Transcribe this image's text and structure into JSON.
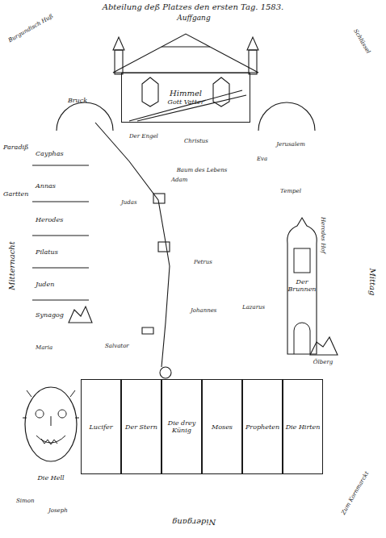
{
  "diagram": {
    "title": "Abteilung deß Platzes den ersten Tag. 1583.",
    "nodes": [
      {
        "text": [
          "Himmel",
          "Gott Vatter"
        ]
      },
      {
        "text": [
          "Der Brunnen"
        ]
      },
      {
        "text": [
          "Lucifer"
        ]
      },
      {
        "text": [
          "Der Stern"
        ]
      },
      {
        "text": [
          "Die drey Künig"
        ]
      },
      {
        "text": [
          "Moses"
        ]
      },
      {
        "text": [
          "Propheten"
        ]
      },
      {
        "text": [
          "Die Hirten"
        ]
      },
      {
        "text": [
          "Die Hell"
        ]
      }
    ],
    "labels": [
      "Auffgang",
      "Mitternacht",
      "Mittag",
      "Nidergang",
      "Bruck",
      "Paradiß",
      "Gartten",
      "Cayphas",
      "Annas",
      "Herodes",
      "Pilatus",
      "Juden",
      "Synagog",
      "Der Engel",
      "Christus",
      "Baum des Lebens",
      "Adam",
      "Eva",
      "Jerusalem",
      "Tempel",
      "Herodes Hof",
      "Judas",
      "Petrus",
      "Johannes",
      "Salvator",
      "Maria",
      "Lazarus",
      "Ölberg",
      "Burgundisch Huß",
      "Schlüssel",
      "Zum Kornmarckt",
      "Simon",
      "Joseph"
    ]
  }
}
